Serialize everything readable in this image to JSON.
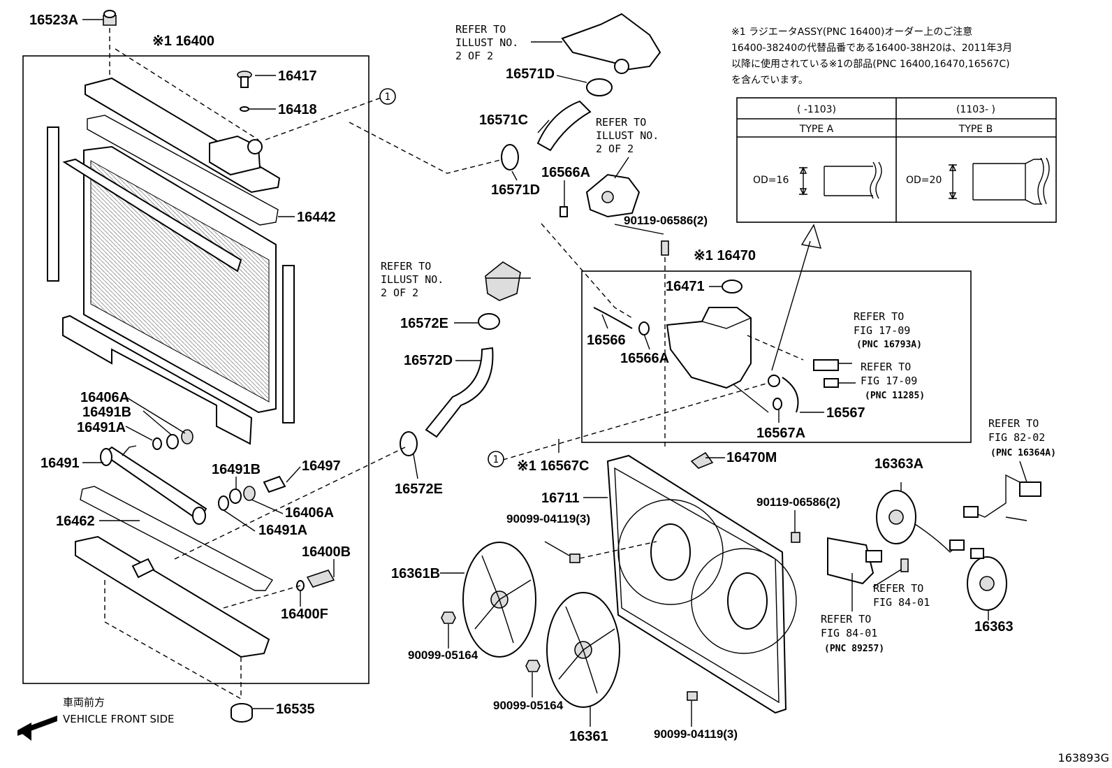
{
  "figure_code": "163893G",
  "note": {
    "line1": "※1 ラジエータASSY(PNC 16400)オーダー上のご注意",
    "line2": "16400-38240の代替品番である16400-38H20は、2011年3月",
    "line3": "以降に使用されている※1の部品(PNC 16400,16470,16567C)",
    "line4": "を含んでいます。"
  },
  "table": {
    "col1_header": "(      -1103)",
    "col2_header": "(1103-       )",
    "col1_type": "TYPE A",
    "col2_type": "TYPE B",
    "col1_od": "OD=16",
    "col2_od": "OD=20"
  },
  "direction": {
    "jp": "車両前方",
    "en": "VEHICLE FRONT SIDE"
  },
  "callout_marker": "1",
  "labels": {
    "p16523A": "16523A",
    "p16400": "※1 16400",
    "p16417": "16417",
    "p16418": "16418",
    "p16442": "16442",
    "p16406A_a": "16406A",
    "p16491B_a": "16491B",
    "p16491A_a": "16491A",
    "p16491": "16491",
    "p16491B_b": "16491B",
    "p16497": "16497",
    "p16406A_b": "16406A",
    "p16491A_b": "16491A",
    "p16462": "16462",
    "p16400B": "16400B",
    "p16400F": "16400F",
    "p16535": "16535",
    "p16571D_a": "16571D",
    "p16571C": "16571C",
    "p16571D_b": "16571D",
    "p16566A_a": "16566A",
    "p90119_a": "90119-06586(2)",
    "p16470": "※1 16470",
    "p16471": "16471",
    "p16566": "16566",
    "p16566A_b": "16566A",
    "p16567": "16567",
    "p16567A": "16567A",
    "p16470M": "16470M",
    "p16567C": "※1 16567C",
    "p16572E_a": "16572E",
    "p16572D": "16572D",
    "p16572E_b": "16572E",
    "p16711": "16711",
    "p90099_04119_a": "90099-04119(3)",
    "p90119_b": "90119-06586(2)",
    "p16361B": "16361B",
    "p90099_05164_a": "90099-05164",
    "p90099_05164_b": "90099-05164",
    "p16361": "16361",
    "p90099_04119_b": "90099-04119(3)",
    "p16363A": "16363A",
    "p16363": "16363"
  },
  "refs": {
    "illust_a": [
      "REFER TO",
      "ILLUST NO.",
      "2 OF 2"
    ],
    "illust_b": [
      "REFER TO",
      "ILLUST NO.",
      "2 OF 2"
    ],
    "illust_c": [
      "REFER TO",
      "ILLUST NO.",
      "2 OF 2"
    ],
    "fig1709_a": [
      "REFER TO",
      "FIG 17-09",
      "(PNC 16793A)"
    ],
    "fig1709_b": [
      "REFER TO",
      "FIG 17-09",
      "(PNC 11285)"
    ],
    "fig8202": [
      "REFER TO",
      "FIG 82-02",
      "(PNC 16364A)"
    ],
    "fig8401_a": [
      "REFER TO",
      "FIG 84-01"
    ],
    "fig8401_b": [
      "REFER TO",
      "FIG 84-01",
      "(PNC 89257)"
    ]
  }
}
